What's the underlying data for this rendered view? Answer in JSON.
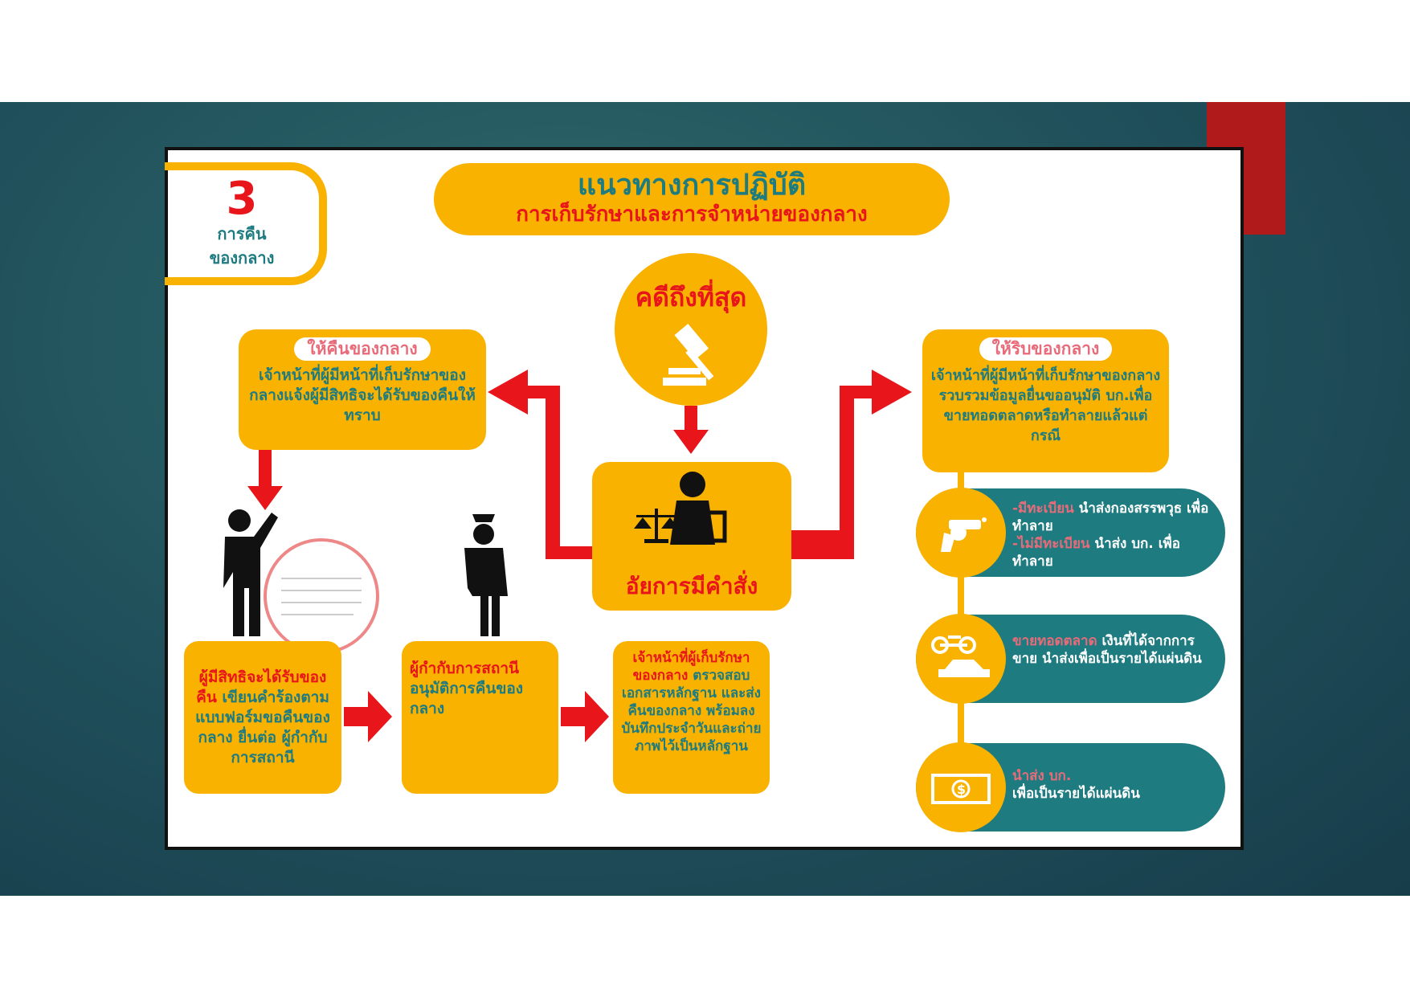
{
  "badge": {
    "number": "3",
    "line1": "การคืน",
    "line2": "ของกลาง"
  },
  "title": {
    "main": "แนวทางการปฏิบัติ",
    "sub": "การเก็บรักษาและการจำหน่ายของกลาง"
  },
  "final_case": {
    "label": "คดีถึงที่สุด",
    "icon": "gavel-icon"
  },
  "prosecutor": {
    "label": "อัยการมีคำสั่ง",
    "icon": "prosecutor-scales-icon"
  },
  "return_box": {
    "heading": "ให้คืนของกลาง",
    "body": "เจ้าหน้าที่ผู้มีหน้าที่เก็บรักษาของกลางแจ้งผู้มีสิทธิจะได้รับของคืนให้ทราบ"
  },
  "seize_box": {
    "heading": "ให้ริบของกลาง",
    "body": "เจ้าหน้าที่ผู้มีหน้าที่เก็บรักษาของกลางรวบรวมข้อมูลยื่นขออนุมัติ บก.เพื่อขายทอดตลาดหรือทำลายแล้วแต่กรณี"
  },
  "steps": [
    {
      "highlight": "ผู้มีสิทธิจะได้รับของคืน",
      "body": " เขียนคำร้องตามแบบฟอร์มขอคืนของกลาง ยื่นต่อ ผู้กำกับการสถานี"
    },
    {
      "highlight": "ผู้กำกับการสถานี",
      "body": " อนุมัติการคืนของกลาง"
    },
    {
      "highlight": "เจ้าหน้าที่ผู้เก็บรักษาของกลาง",
      "body": " ตรวจสอบเอกสารหลักฐาน และส่งคืนของกลาง พร้อมลงบันทึกประจำวันและถ่ายภาพไว้เป็นหลักฐาน"
    }
  ],
  "outcomes": [
    {
      "icon": "gun-icon",
      "h1": "-มีทะเบียน",
      "t1": " นำส่งกองสรรพวุธ เพื่อทำลาย",
      "h2": "-ไม่มีทะเบียน",
      "t2": " นำส่ง บก. เพื่อทำลาย"
    },
    {
      "icon": "vehicle-icon",
      "h1": "ขายทอดตลาด",
      "t1": " เงินที่ได้จากการขาย นำส่งเพื่อเป็นรายได้แผ่นดิน"
    },
    {
      "icon": "money-icon",
      "h1": "นำส่ง บก.",
      "t1": "เพื่อเป็นรายได้แผ่นดิน"
    }
  ],
  "colors": {
    "yellow": "#f9b200",
    "teal": "#1e7b80",
    "red": "#e8151b",
    "pink": "#e86b7a"
  }
}
